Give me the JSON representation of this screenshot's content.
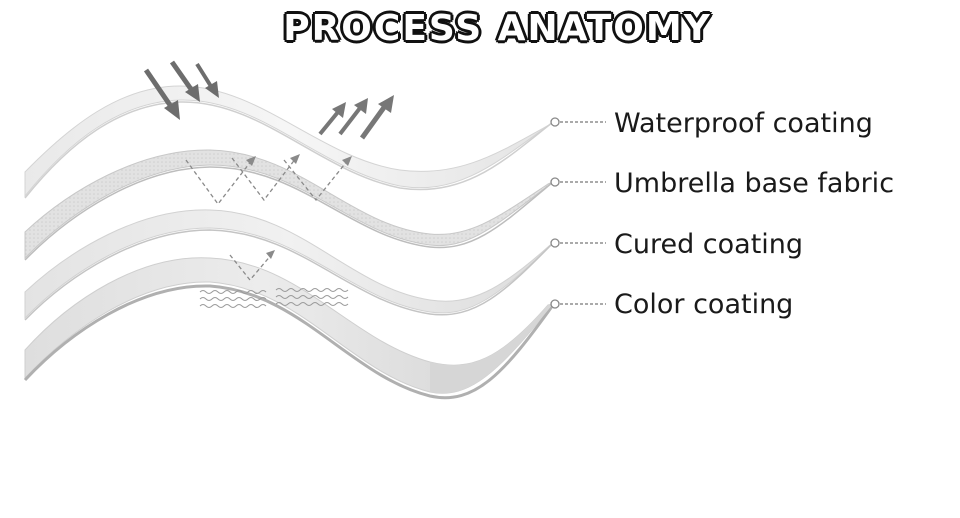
{
  "title": "PROCESS ANATOMY",
  "layers": [
    {
      "label": "Waterproof coating"
    },
    {
      "label": "Umbrella base fabric"
    },
    {
      "label": "Cured coating"
    },
    {
      "label": "Color coating"
    }
  ],
  "icons": [
    "incoming-arrows-icon",
    "outgoing-arrows-icon",
    "bounce-arrows-icon",
    "wave-pattern-icon"
  ]
}
